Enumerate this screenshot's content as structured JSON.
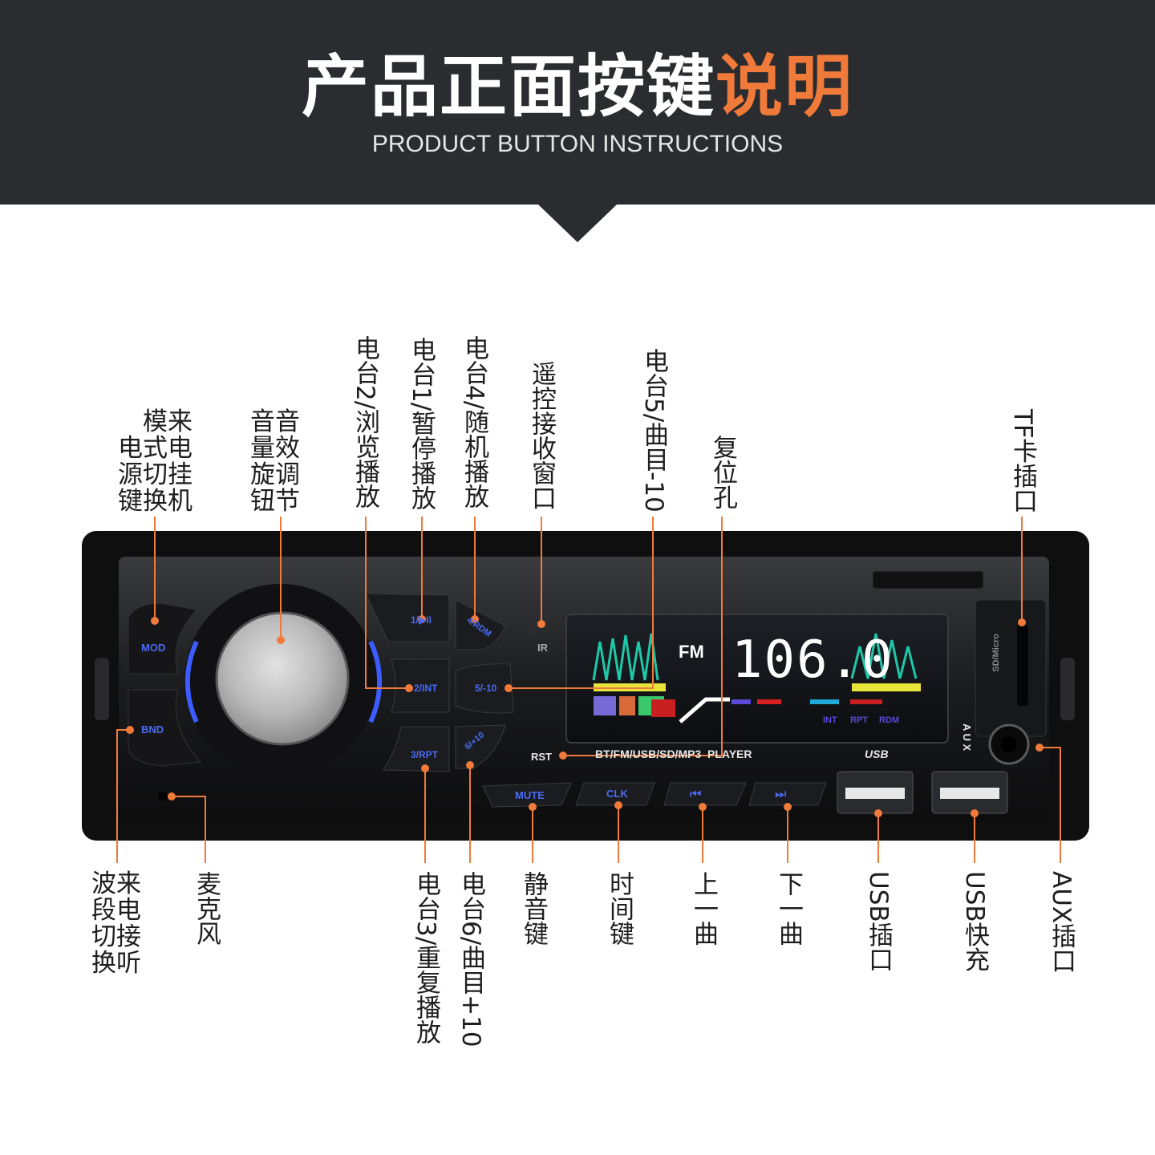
{
  "header": {
    "title_main": "产品正面按键",
    "title_accent": "说明",
    "subtitle": "PRODUCT BUTTON INSTRUCTIONS"
  },
  "colors": {
    "header_bg": "#2b2c2f",
    "accent": "#f07a3a",
    "callout_line": "#f07a3a",
    "button_text": "#3a5bd8"
  },
  "labels": {
    "mode_power": [
      "模来",
      "电式电",
      "源切挂",
      "键换机"
    ],
    "volume_knob": [
      "音音",
      "量效",
      "旋调",
      "钮节"
    ],
    "preset2": "电台2/浏览播放",
    "preset1": "电台1/暂停播放",
    "preset4": "电台4/随机播放",
    "ir_window": "遥控接收窗口",
    "preset5": "电台5/曲目-10",
    "reset": "复位孔",
    "tf_slot": "TF卡插口",
    "band_call": [
      "波来",
      "段电",
      "切接",
      "换听"
    ],
    "microphone": "麦克风",
    "preset3": "电台3/重复播放",
    "preset6": "电台6/曲目+10",
    "mute": "静音键",
    "clock": "时间键",
    "prev": "上一曲",
    "next": "下一曲",
    "usb_port": "USB插口",
    "usb_charge": "USB快充",
    "aux_port": "AUX插口"
  },
  "device": {
    "btn_mod": "MOD",
    "btn_bnd": "BND",
    "btn_1": "1/▶II",
    "btn_2": "2/INT",
    "btn_3": "3/RPT",
    "btn_4": "4/RDM",
    "btn_5": "5/-10",
    "btn_6": "6/+10",
    "btn_mute": "MUTE",
    "btn_clk": "CLK",
    "btn_prev": "⏮",
    "btn_next": "⏭",
    "ir_mark": "IR",
    "rst": "RST",
    "player_label": "BT/FM/USB/SD/MP3  PLAYER",
    "usb_label": "USB",
    "aux_letters": "A U X",
    "sd_label": "SD/Micro",
    "display_band": "FM",
    "display_freq": "106.0",
    "display_flags": [
      "INT",
      "RPT",
      "RDM"
    ]
  }
}
